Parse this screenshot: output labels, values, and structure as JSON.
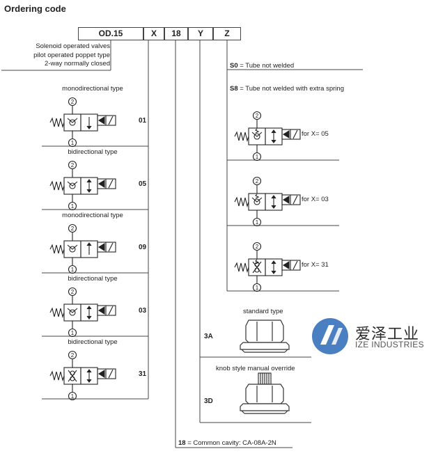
{
  "title": "Ordering code",
  "code": [
    "OD.15",
    "X",
    "18",
    "Y",
    "Z"
  ],
  "description": [
    "Solenoid operated valves",
    "pilot operated poppet type",
    "2-way normally closed"
  ],
  "x_options": [
    {
      "label": "monodirectional type",
      "code": "01"
    },
    {
      "label": "bidirectional type",
      "code": "05"
    },
    {
      "label": "monodirectional type",
      "code": "09"
    },
    {
      "label": "bidirectional type",
      "code": "03"
    },
    {
      "label": "bidirectional type",
      "code": "31"
    }
  ],
  "z_options": [
    {
      "code": "S0",
      "text": " = Tube not welded"
    },
    {
      "code": "S8",
      "text": " = Tube not welded with extra spring"
    }
  ],
  "s8_variants": [
    "for X= 05",
    "for X= 03",
    "for X= 31"
  ],
  "y_options": [
    {
      "label": "standard type",
      "code": "3A"
    },
    {
      "label": "knob style manual override",
      "code": "3D"
    }
  ],
  "cavity": {
    "code": "18",
    "text": " = Common cavity: CA-08A-2N"
  },
  "port_labels": [
    "2",
    "1"
  ],
  "brand": {
    "cn": "爱泽工业",
    "en": "IZE INDUSTRIES",
    "accent": "#4a7fc1"
  }
}
